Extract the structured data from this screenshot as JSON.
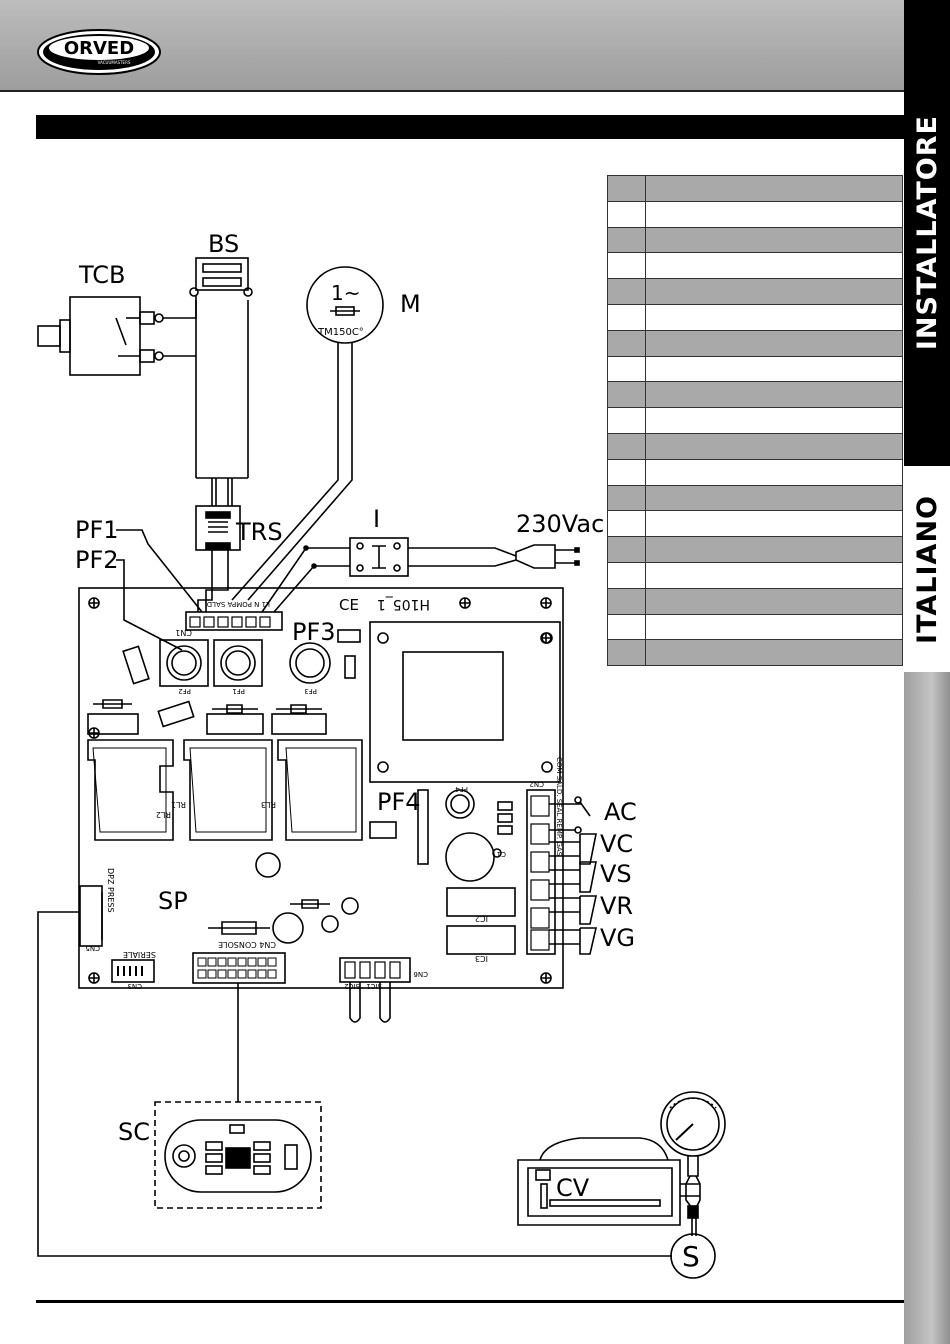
{
  "header": {
    "brand": "ORVED",
    "brand_tagline": "VACUUMASTERS"
  },
  "side_tabs": {
    "installatore": "INSTALLATORE",
    "italiano": "ITALIANO"
  },
  "legend_rows": [
    "",
    "",
    "",
    "",
    "",
    "",
    "",
    "",
    "",
    "",
    "",
    "",
    "",
    "",
    "",
    "",
    "",
    "",
    ""
  ],
  "diagram_labels": {
    "bs": "BS",
    "tcb": "TCB",
    "motor_phase": "1~",
    "motor": "M",
    "motor_protector": "TM150C°",
    "trs": "TRS",
    "pf1": "PF1",
    "pf2": "PF2",
    "pf3": "PF3",
    "pf4": "PF4",
    "switch": "I",
    "mains": "230Vac",
    "ac": "AC",
    "vc": "VC",
    "vs": "VS",
    "vr": "VR",
    "vg": "VG",
    "sp": "SP",
    "sc": "SC",
    "cv": "CV",
    "sensor": "S"
  },
  "board_labels": {
    "board_id": "H105_1",
    "ce_mark": "CE",
    "cn1": "CN1",
    "cn1_pins": "L1 N POMPA SALD.",
    "cn2": "CN2",
    "cn2_pins": "COM SALD. SEAL REMP. GAS",
    "cn3": "CN3",
    "seriale": "SERIALE",
    "cn4": "CN4 CONSOLE",
    "cn5": "CN5",
    "dpz": "DPZ PRESS",
    "cn6": "CN6",
    "sic1": "SIC1",
    "sic2": "SIC2",
    "rl1": "RL1",
    "rl2": "RL2",
    "rl3": "RL3",
    "ic2": "IC2",
    "ic3": "IC3",
    "c1": "C1",
    "pf1_small": "PF1",
    "pf2_small": "PF2",
    "pf3_small": "PF3",
    "pf4_small": "PF4"
  },
  "colors": {
    "legend_dark": "#a9a9a9",
    "header_grey": "#b0b0b0",
    "ink": "#000000"
  }
}
